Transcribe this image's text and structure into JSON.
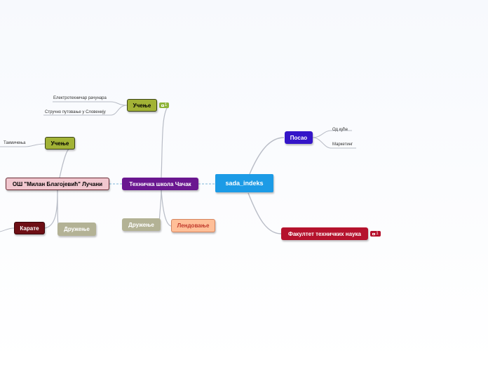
{
  "root": {
    "label": "sada_indeks",
    "color": "#1c9be6"
  },
  "nodes": {
    "posao": {
      "label": "Посао",
      "color": "#3415c8"
    },
    "fakultet": {
      "label": "Факултет техничких наука",
      "color": "#b5122d"
    },
    "tehnicka": {
      "label": "Техничка школа Чачак",
      "color": "#6a1790"
    },
    "ucenje_top": {
      "label": "Учење",
      "color": "#a2b336"
    },
    "ucenje_os": {
      "label": "Учење",
      "color": "#a2b336"
    },
    "os": {
      "label": "ОШ \"Милан Благојевић\" Лучани",
      "color": "#f1c7cf"
    },
    "druzenje_ts": {
      "label": "Дружење",
      "color": "#b3b295"
    },
    "lendovanje": {
      "label": "Лендовање",
      "color": "#ffbf98"
    },
    "karate": {
      "label": "Карате",
      "color": "#6e0f15"
    },
    "druzenje_os": {
      "label": "Дружење",
      "color": "#b3b295"
    }
  },
  "leaves": {
    "od_kuce": "Од куће",
    "marketing": "Маркетинг",
    "elektrotehnicar": "Електротехничар рачунара",
    "strucno": "Стручно путовање у Словенију",
    "takmicenja": "Такмичења"
  },
  "badges": {
    "ucenje_top": {
      "count": "1",
      "color": "#8fb43a"
    },
    "fakultet": {
      "count": "1",
      "color": "#b5122d"
    }
  }
}
